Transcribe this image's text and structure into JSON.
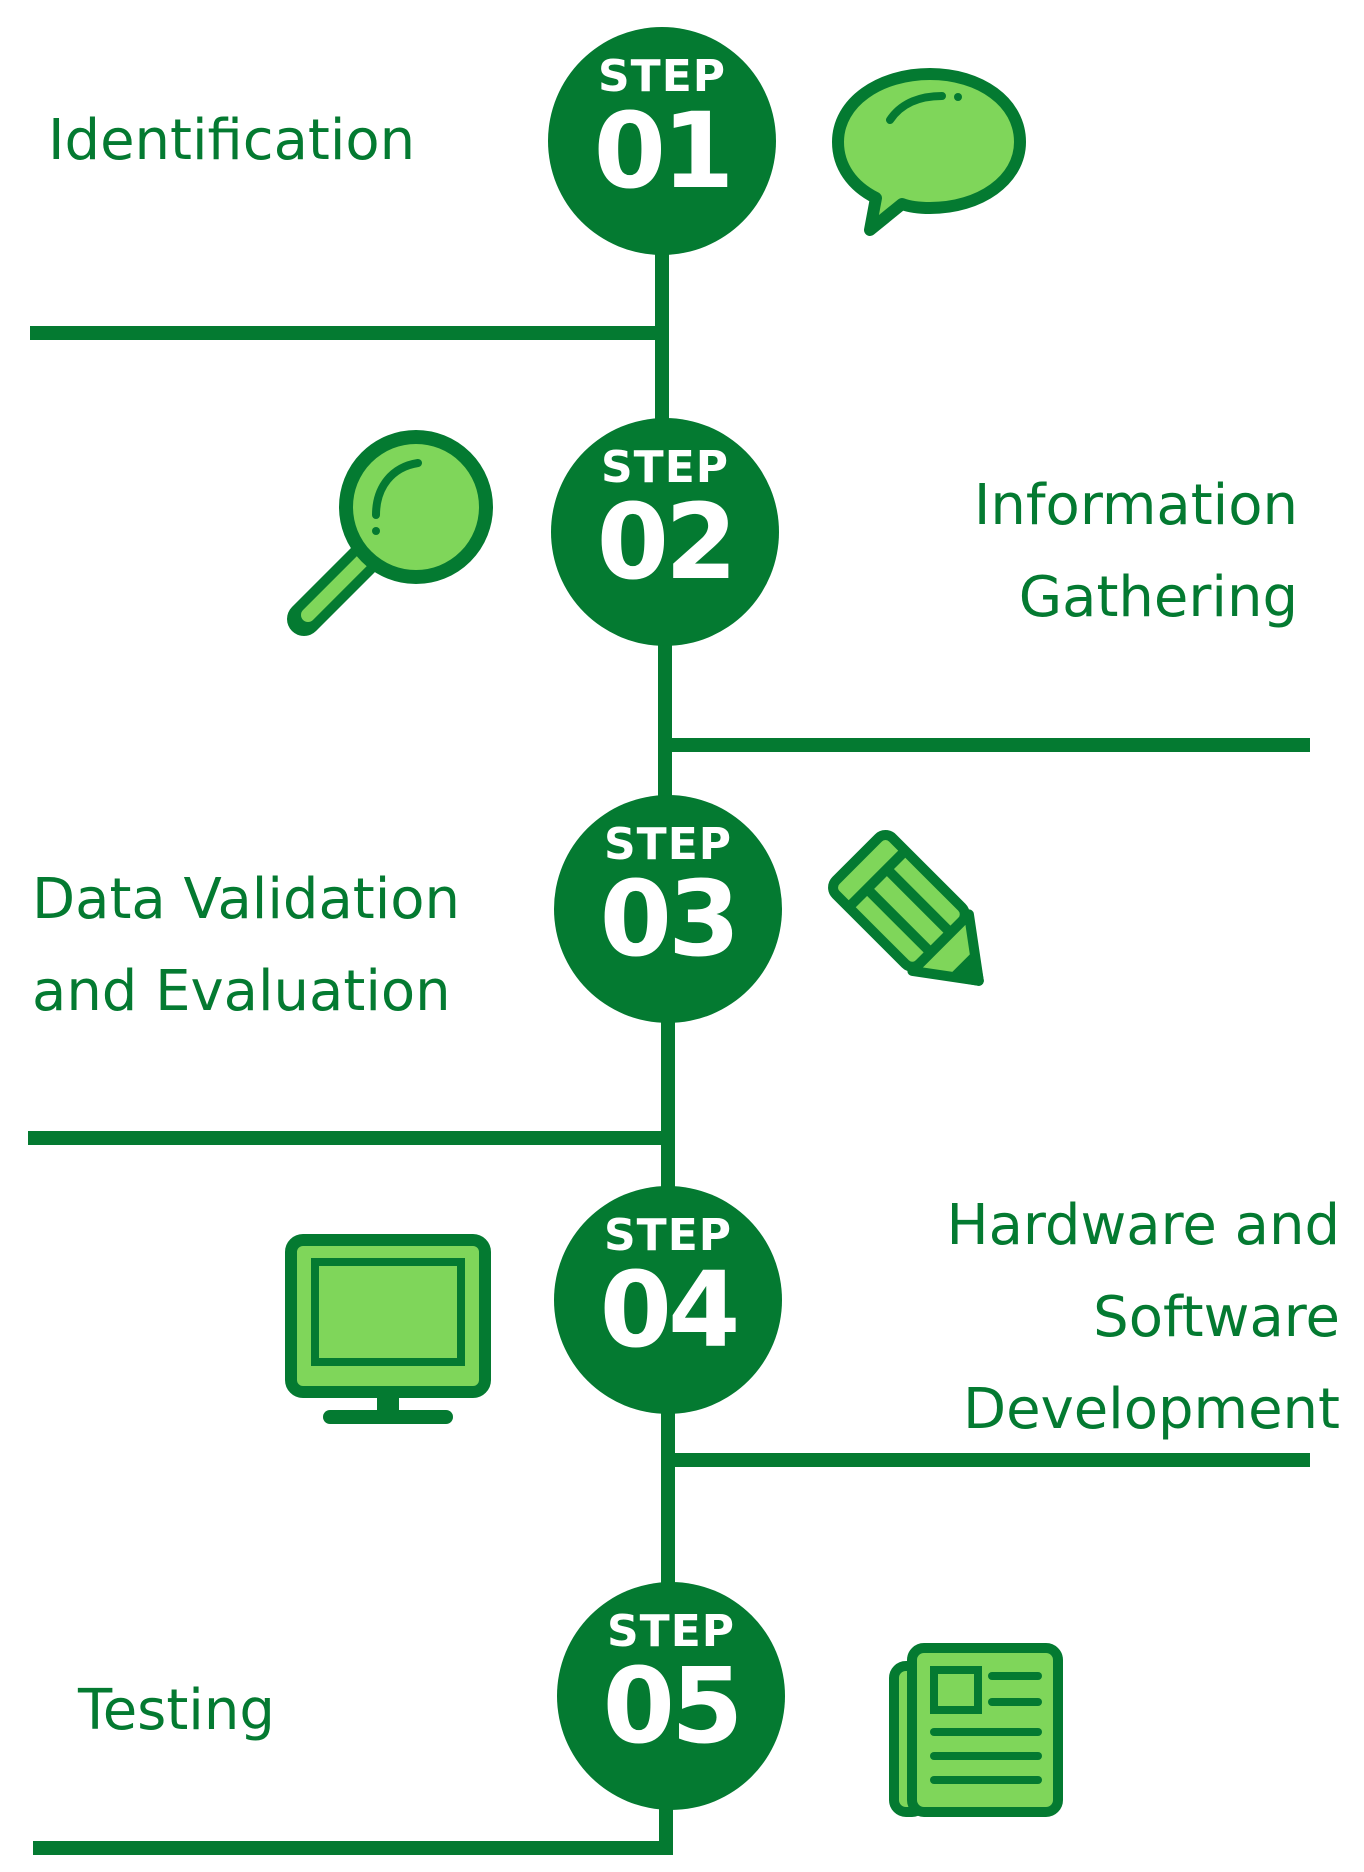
{
  "colors": {
    "dark_green": "#047a31",
    "light_green": "#7fd65a",
    "white": "#ffffff"
  },
  "steps": [
    {
      "word": "STEP",
      "number": "01",
      "label_lines": [
        "Identification"
      ],
      "icon": "speech-bubble-icon"
    },
    {
      "word": "STEP",
      "number": "02",
      "label_lines": [
        "Information",
        "Gathering"
      ],
      "icon": "magnifying-glass-icon"
    },
    {
      "word": "STEP",
      "number": "03",
      "label_lines": [
        "Data Validation",
        "and Evaluation"
      ],
      "icon": "pencil-icon"
    },
    {
      "word": "STEP",
      "number": "04",
      "label_lines": [
        "Hardware and",
        "Software",
        "Development"
      ],
      "icon": "monitor-icon"
    },
    {
      "word": "STEP",
      "number": "05",
      "label_lines": [
        "Testing"
      ],
      "icon": "newspaper-icon"
    }
  ]
}
